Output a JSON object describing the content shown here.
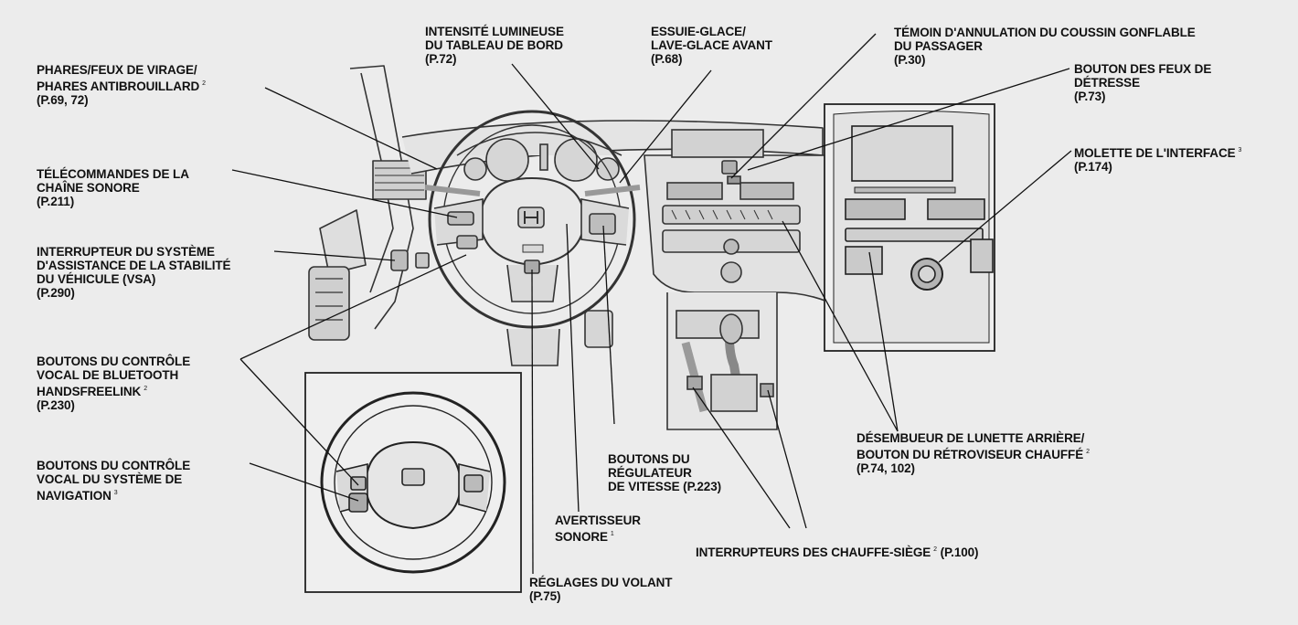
{
  "colors": {
    "background": "#ececec",
    "line": "#111111",
    "drawing_fill": "#dcdcdc",
    "drawing_stroke": "#333333"
  },
  "labels": {
    "phares": {
      "lines": [
        "PHARES/FEUX DE VIRAGE/",
        "PHARES ANTIBROUILLARD",
        "(P.69, 72)"
      ],
      "note": "2"
    },
    "telecommandes": {
      "lines": [
        "TÉLÉCOMMANDES DE LA",
        "CHAÎNE SONORE",
        "(P.211)"
      ]
    },
    "vsa": {
      "lines": [
        "INTERRUPTEUR DU SYSTÈME",
        "D'ASSISTANCE DE LA STABILITÉ",
        "DU VÉHICULE (VSA)",
        "(P.290)"
      ]
    },
    "bluetooth": {
      "lines": [
        "BOUTONS DU CONTRÔLE",
        "VOCAL DE BLUETOOTH",
        "HANDSFREELINK",
        "(P.230)"
      ],
      "note": "2"
    },
    "navigation": {
      "lines": [
        "BOUTONS DU CONTRÔLE",
        "VOCAL DU SYSTÈME DE",
        "NAVIGATION"
      ],
      "note": "3"
    },
    "intensite": {
      "lines": [
        "INTENSITÉ LUMINEUSE",
        "DU TABLEAU DE BORD",
        "(P.72)"
      ]
    },
    "essuie": {
      "lines": [
        "ESSUIE-GLACE/",
        "LAVE-GLACE AVANT",
        "(P.68)"
      ]
    },
    "temoin": {
      "lines": [
        "TÉMOIN D'ANNULATION DU COUSSIN GONFLABLE",
        "DU PASSAGER",
        "(P.30)"
      ]
    },
    "detresse": {
      "lines": [
        "BOUTON DES FEUX DE",
        "DÉTRESSE",
        "(P.73)"
      ]
    },
    "molette": {
      "lines": [
        "MOLETTE DE L'INTERFACE",
        "(P.174)"
      ],
      "note": "3"
    },
    "regulateur": {
      "lines": [
        "BOUTONS DU",
        "RÉGULATEUR",
        "DE VITESSE (P.223)"
      ]
    },
    "avertisseur": {
      "lines": [
        "AVERTISSEUR",
        "SONORE"
      ],
      "note": "1"
    },
    "desembueur": {
      "lines": [
        "DÉSEMBUEUR DE LUNETTE ARRIÈRE/",
        "BOUTON DU RÉTROVISEUR CHAUFFÉ",
        "(P.74, 102)"
      ],
      "note": "2"
    },
    "chauffe": {
      "lines": [
        "INTERRUPTEURS DES CHAUFFE-SIÈGE",
        "(P.100)"
      ],
      "note": "2"
    },
    "volant": {
      "lines": [
        "RÉGLAGES DU VOLANT",
        "(P.75)"
      ]
    }
  }
}
